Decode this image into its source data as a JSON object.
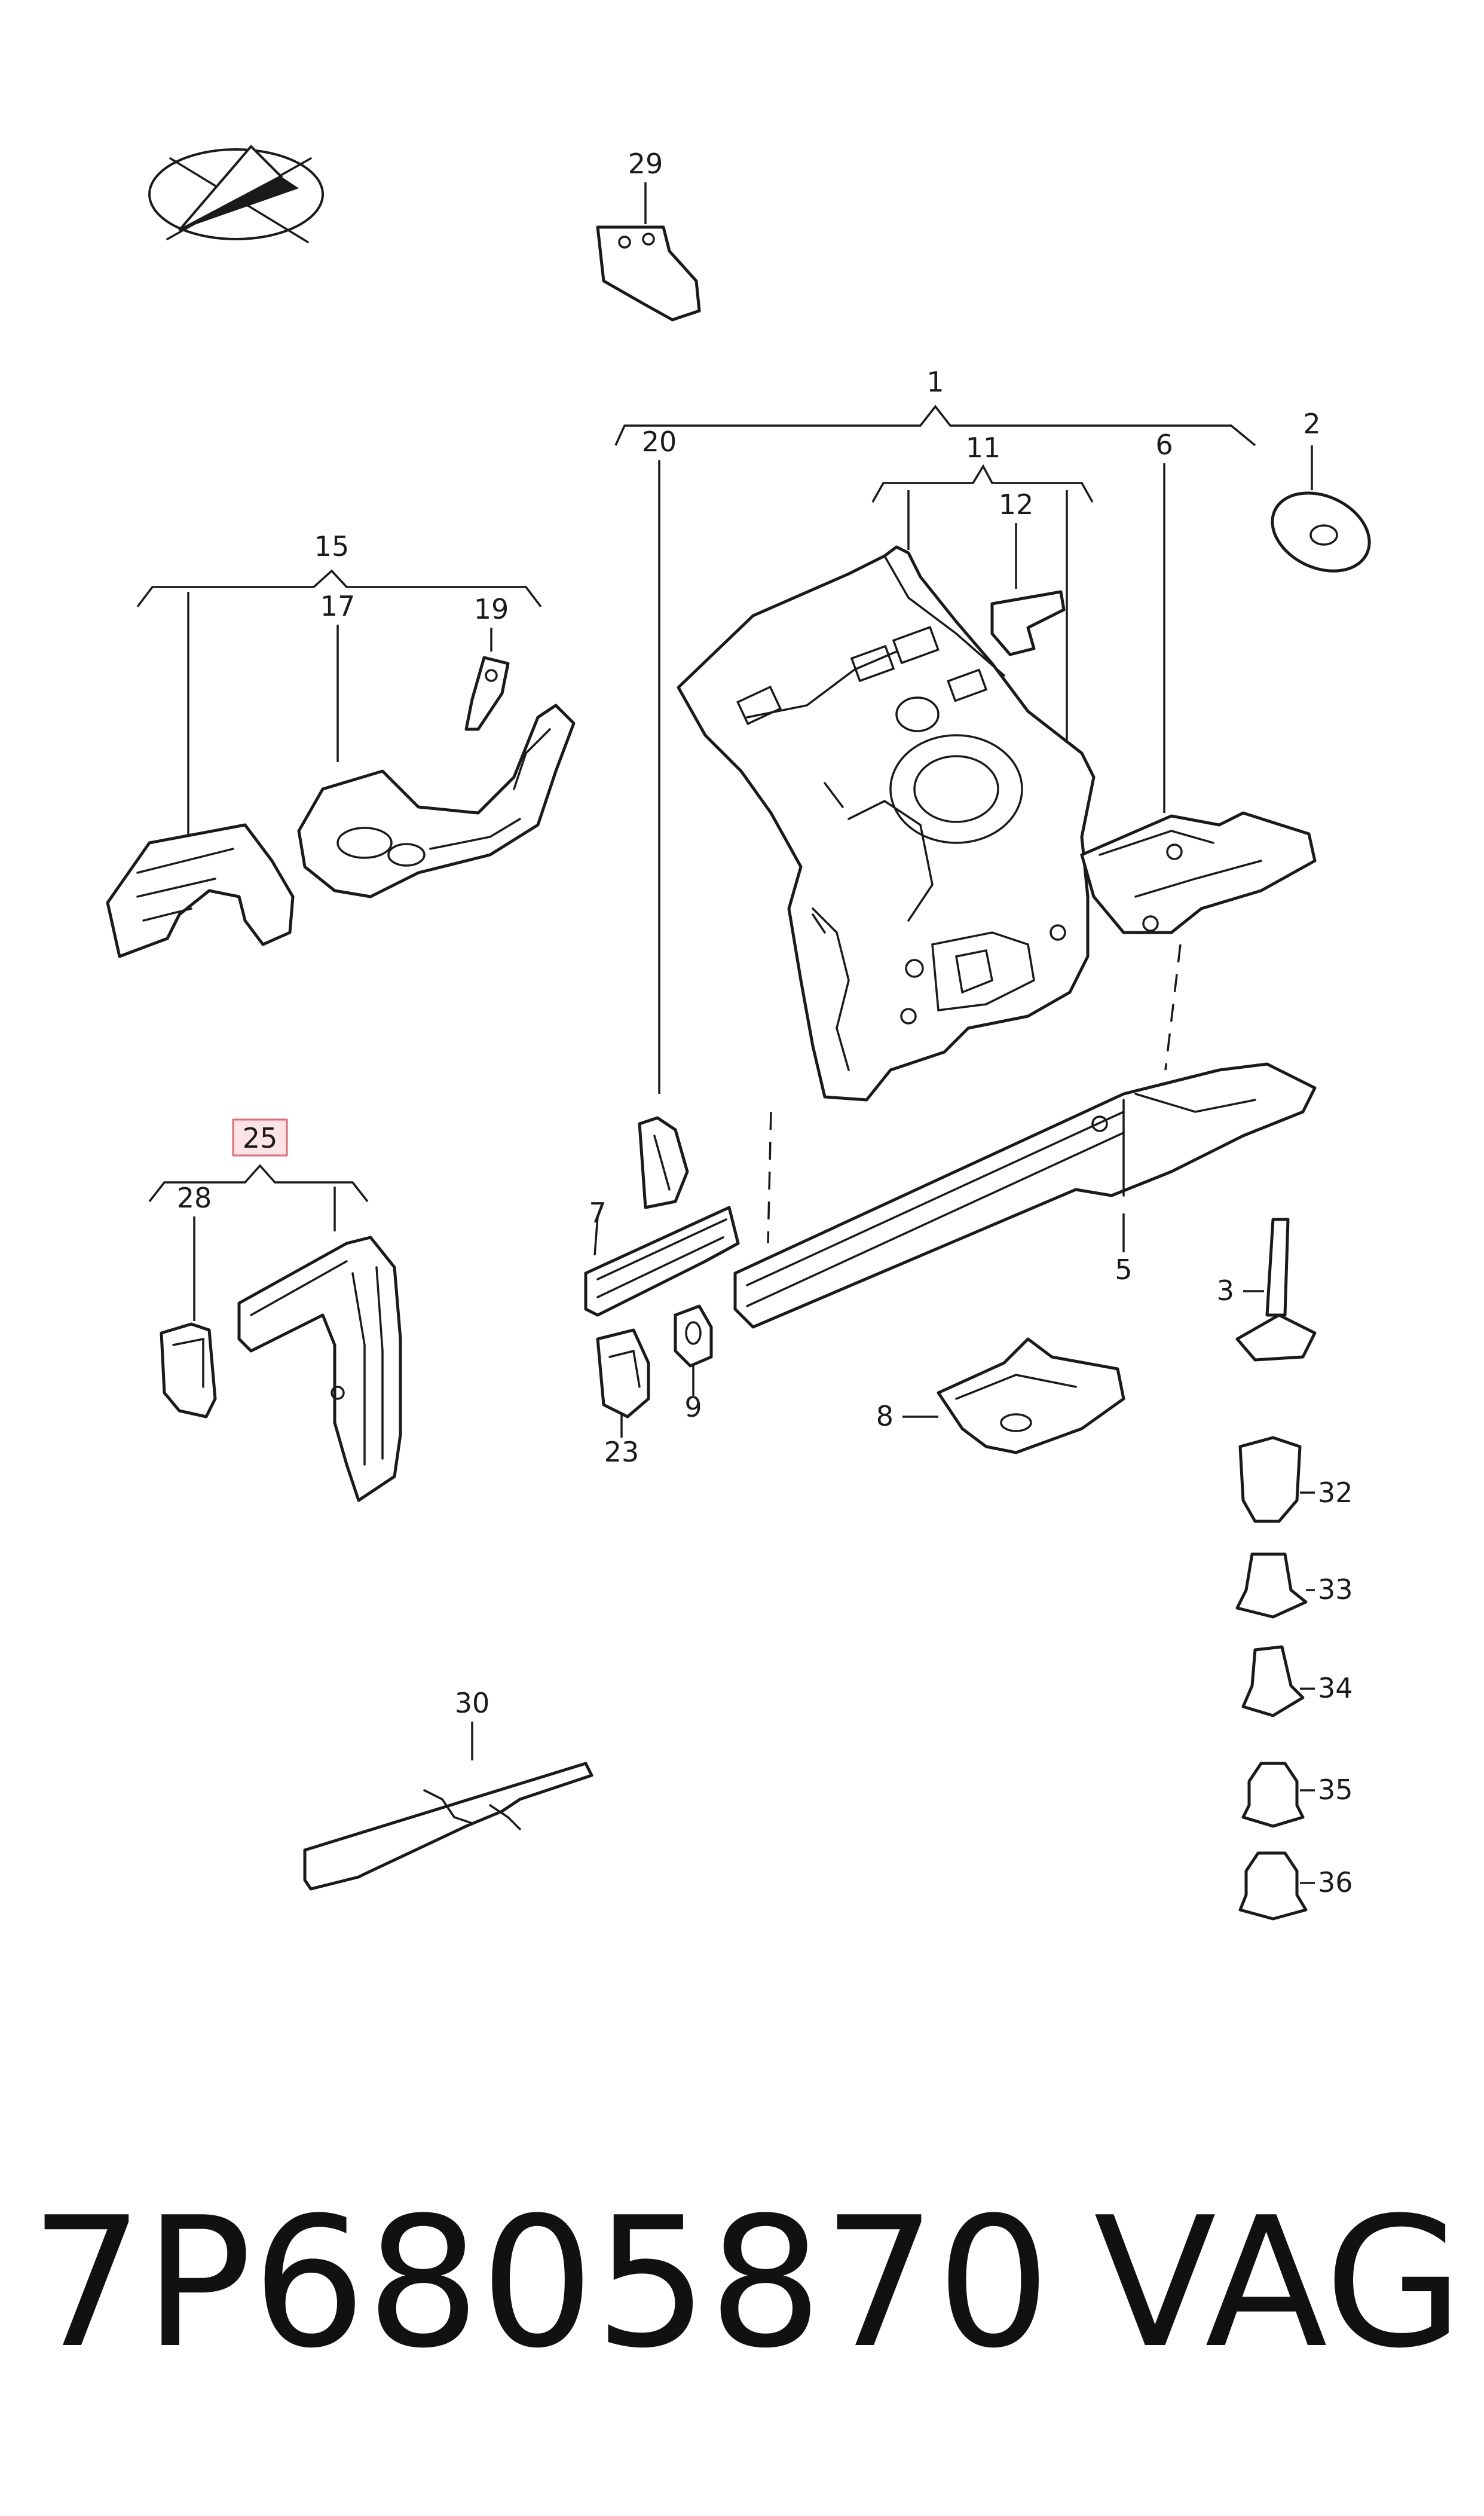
{
  "diagram": {
    "labels": {
      "p1": "1",
      "p2": "2",
      "p3": "3",
      "p5": "5",
      "p6": "6",
      "p7": "7",
      "p8": "8",
      "p9": "9",
      "p11": "11",
      "p12": "12",
      "p15": "15",
      "p17": "17",
      "p19": "19",
      "p20": "20",
      "p23": "23",
      "p25": "25",
      "p28": "28",
      "p29": "29",
      "p30": "30",
      "p32": "32",
      "p33": "33",
      "p34": "34",
      "p35": "35",
      "p36": "36"
    },
    "highlight": {
      "label": "25",
      "fill": "#fbe3e6",
      "border": "#e06878"
    }
  },
  "footer": {
    "part_number": "7P6805870",
    "brand": "VAG"
  }
}
